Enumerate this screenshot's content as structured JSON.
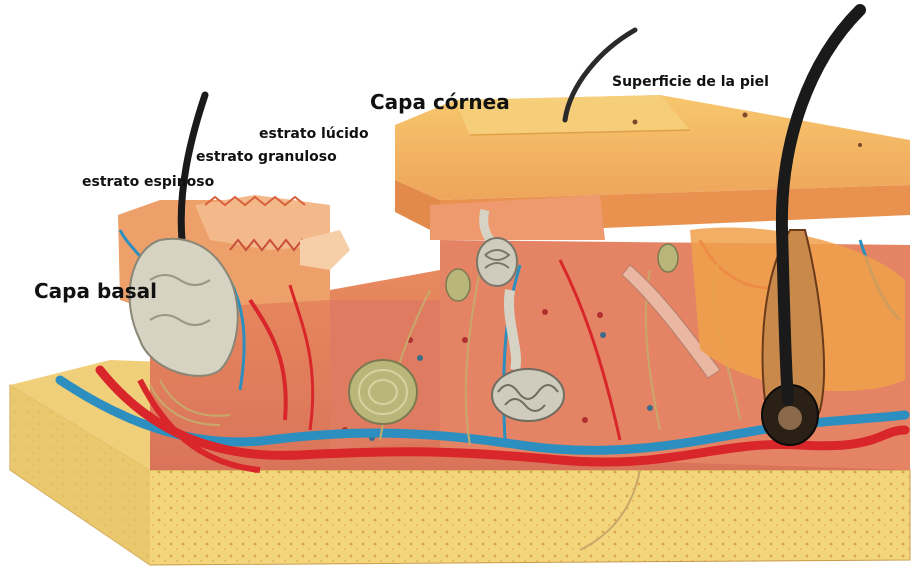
{
  "labels": {
    "capa_cornea": "Capa córnea",
    "superficie": "Superficie de la piel",
    "estrato_lucido": "estrato lúcido",
    "estrato_granuloso": "estrato granuloso",
    "estrato_espinoso": "estrato espinoso",
    "capa_basal": "Capa basal"
  },
  "colors": {
    "stratum_corneum": "#f2b35a",
    "epidermis": "#e98a5a",
    "dermis": "#e3856a",
    "hypodermis": "#f1d77a",
    "artery": "#d9262b",
    "vein": "#2c8fbf",
    "hair": "#1a1a1a",
    "gland": "#c9c6b6",
    "nerve": "#c8a86a"
  }
}
